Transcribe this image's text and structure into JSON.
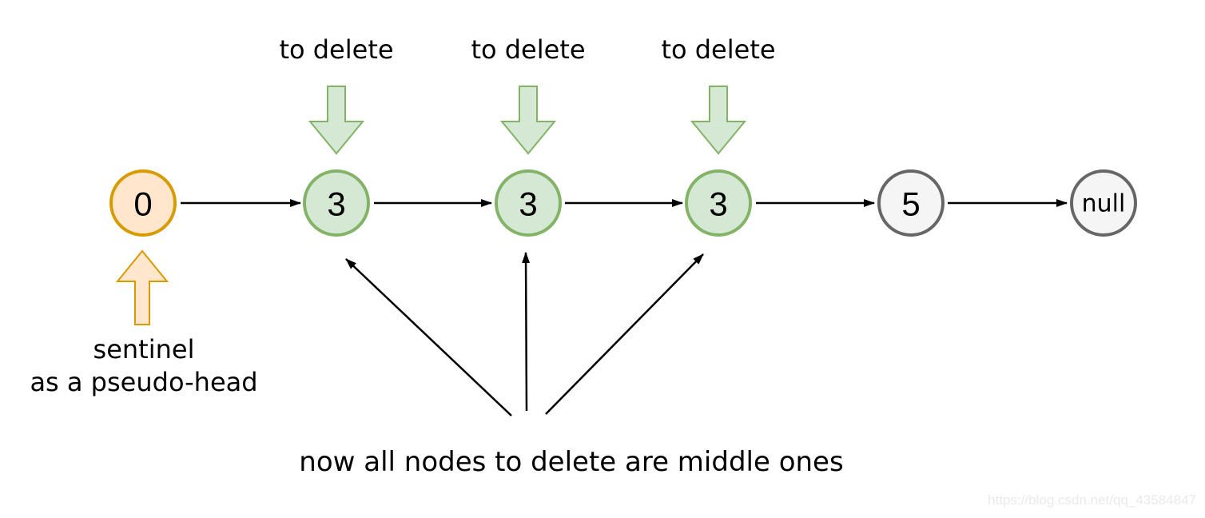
{
  "linked_list": {
    "nodes": [
      {
        "label": "0",
        "role": "sentinel"
      },
      {
        "label": "3",
        "role": "to-delete"
      },
      {
        "label": "3",
        "role": "to-delete"
      },
      {
        "label": "3",
        "role": "to-delete"
      },
      {
        "label": "5",
        "role": "normal"
      },
      {
        "label": "null",
        "role": "terminator"
      }
    ]
  },
  "annotations": {
    "to_delete_labels": [
      "to delete",
      "to delete",
      "to delete"
    ],
    "sentinel_caption": {
      "line1": "sentinel",
      "line2": "as a pseudo-head"
    },
    "bottom_caption": "now all nodes to delete are middle ones"
  },
  "watermark": {
    "text": "https://blog.csdn.net/qq_43584847"
  },
  "colors": {
    "sentinel_fill": "#FFE6CC",
    "sentinel_stroke": "#D79B00",
    "delete_fill": "#D5E8D4",
    "delete_stroke": "#82B366",
    "plain_fill": "#F5F5F5",
    "plain_stroke": "#666666",
    "arrow": "#000000",
    "text": "#000000",
    "watermark": "#EAEAEA",
    "background": "#FFFFFF"
  }
}
